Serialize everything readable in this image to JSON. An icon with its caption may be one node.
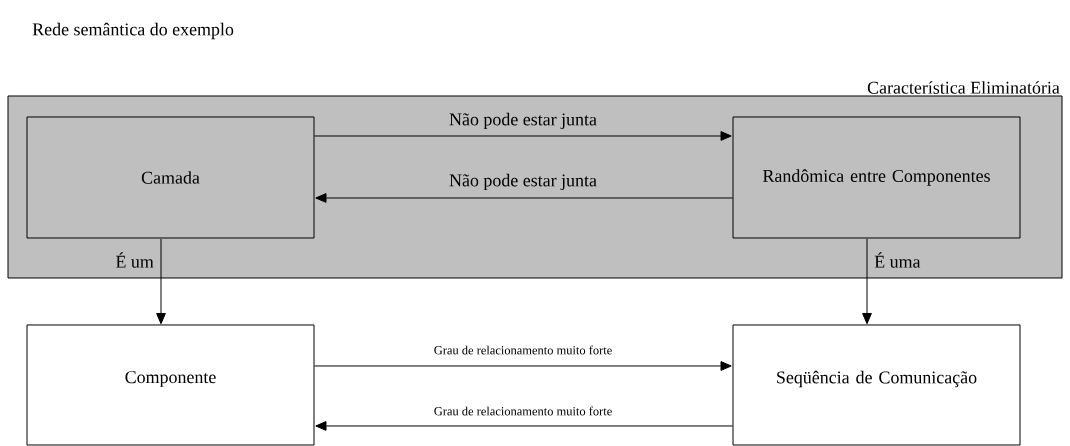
{
  "diagram": {
    "title": "Rede semântica do exemplo",
    "nodes": [
      {
        "text": [
          "Característica Eliminatória"
        ]
      },
      {
        "text": [
          "Camada"
        ],
        "in": 0
      },
      {
        "text": [
          "Randômica entre Componentes"
        ],
        "in": 0
      },
      {
        "text": [
          "Componente"
        ]
      },
      {
        "text": [
          "Seqüência de Comunicação"
        ]
      }
    ],
    "edges": [
      {
        "from": 1,
        "to": 2,
        "arrow": "to",
        "label": "Não pode estar junta"
      },
      {
        "from": 2,
        "to": 1,
        "arrow": "to",
        "label": "Não pode estar junta"
      },
      {
        "from": 1,
        "to": 3,
        "arrow": "to",
        "label": "É um"
      },
      {
        "from": 2,
        "to": 4,
        "arrow": "to",
        "label": "É uma"
      },
      {
        "from": 3,
        "to": 4,
        "arrow": "to",
        "label": "Grau de relacionamento muito forte"
      },
      {
        "from": 4,
        "to": 3,
        "arrow": "to",
        "label": "Grau de relacionamento muito forte"
      }
    ]
  }
}
